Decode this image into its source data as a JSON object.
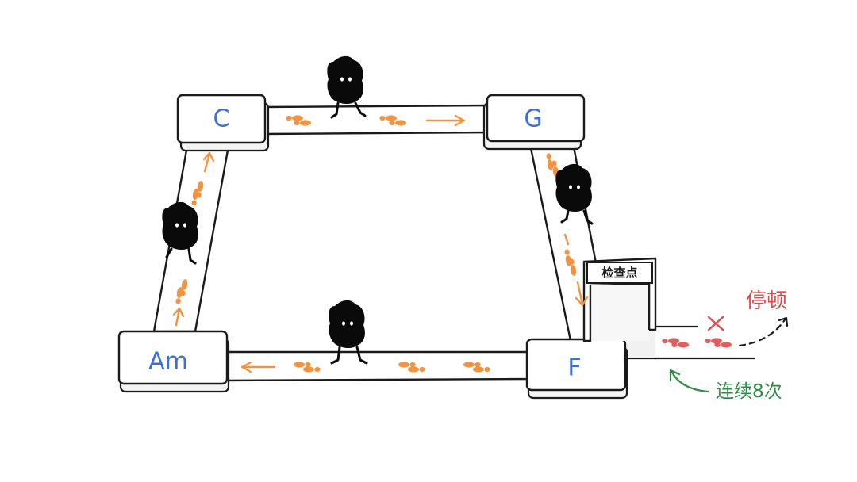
{
  "nodes": {
    "c": "C",
    "g": "G",
    "f": "F",
    "am": "Am"
  },
  "checkpoint": {
    "label": "检查点"
  },
  "annotations": {
    "pause": "停顿",
    "repeat": "连续8次"
  },
  "colors": {
    "chord_text": "#3d6fd6",
    "footprint": "#f39340",
    "stop_footprint": "#e45c5c",
    "pause_text": "#e0484a",
    "repeat_text": "#2e8a44",
    "walker": "#0a0a0a"
  },
  "icons": [
    "walker-figure",
    "footprint-icon",
    "right-arrow-icon",
    "left-arrow-icon",
    "up-arrow-icon",
    "down-arrow-icon",
    "cross-icon",
    "curved-arrow-icon"
  ]
}
